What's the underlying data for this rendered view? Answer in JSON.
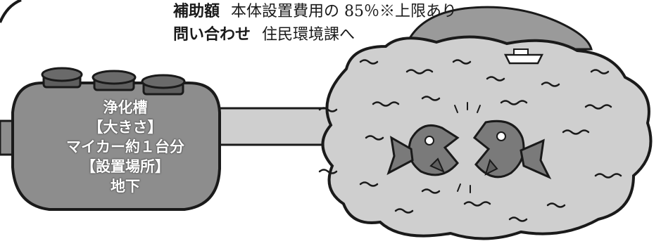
{
  "header": {
    "subsidy_label": "補助額",
    "subsidy_value": "本体設置費用の 85％※上限あり",
    "contact_label": "問い合わせ",
    "contact_value": "住民環境課へ"
  },
  "tank": {
    "line1": "浄化槽",
    "line2": "【大きさ】",
    "line3": "マイカー約１台分",
    "line4": "【設置場所】",
    "line5": "地下"
  },
  "colors": {
    "outline": "#1a1a1a",
    "tank_fill": "#8d8d8d",
    "lid_fill": "#5e5e5e",
    "pond_fill": "#cfcfcf",
    "fish_fill": "#7a7a7a",
    "text_white": "#ffffff"
  },
  "icons": [
    "septic-tank",
    "pipe",
    "pond",
    "fish",
    "boat",
    "island"
  ]
}
